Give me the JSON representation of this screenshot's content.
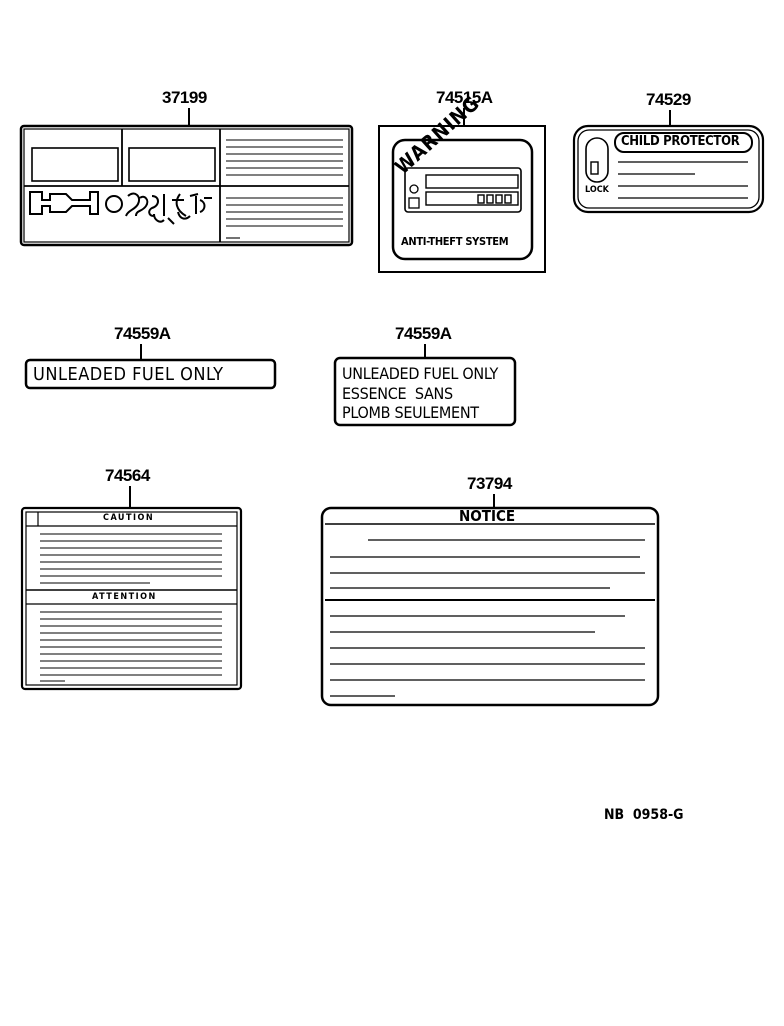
{
  "labels": [
    {
      "part_number": "37199"
    },
    {
      "part_number": "74515A",
      "heading": "WARNING",
      "text": "ANTI-THEFT SYSTEM"
    },
    {
      "part_number": "74529",
      "heading": "CHILD PROTECTOR",
      "sub": "LOCK"
    },
    {
      "part_number": "74559A",
      "lines": [
        "UNLEADED FUEL ONLY"
      ]
    },
    {
      "part_number": "74559A",
      "lines": [
        "UNLEADED FUEL ONLY",
        "ESSENCE  SANS",
        "PLOMB SEULEMENT"
      ]
    },
    {
      "part_number": "74564",
      "heading": "CAUTION",
      "heading2": "ATTENTION"
    },
    {
      "part_number": "73794",
      "heading": "NOTICE"
    }
  ],
  "figure_code": "NB  0958-G"
}
